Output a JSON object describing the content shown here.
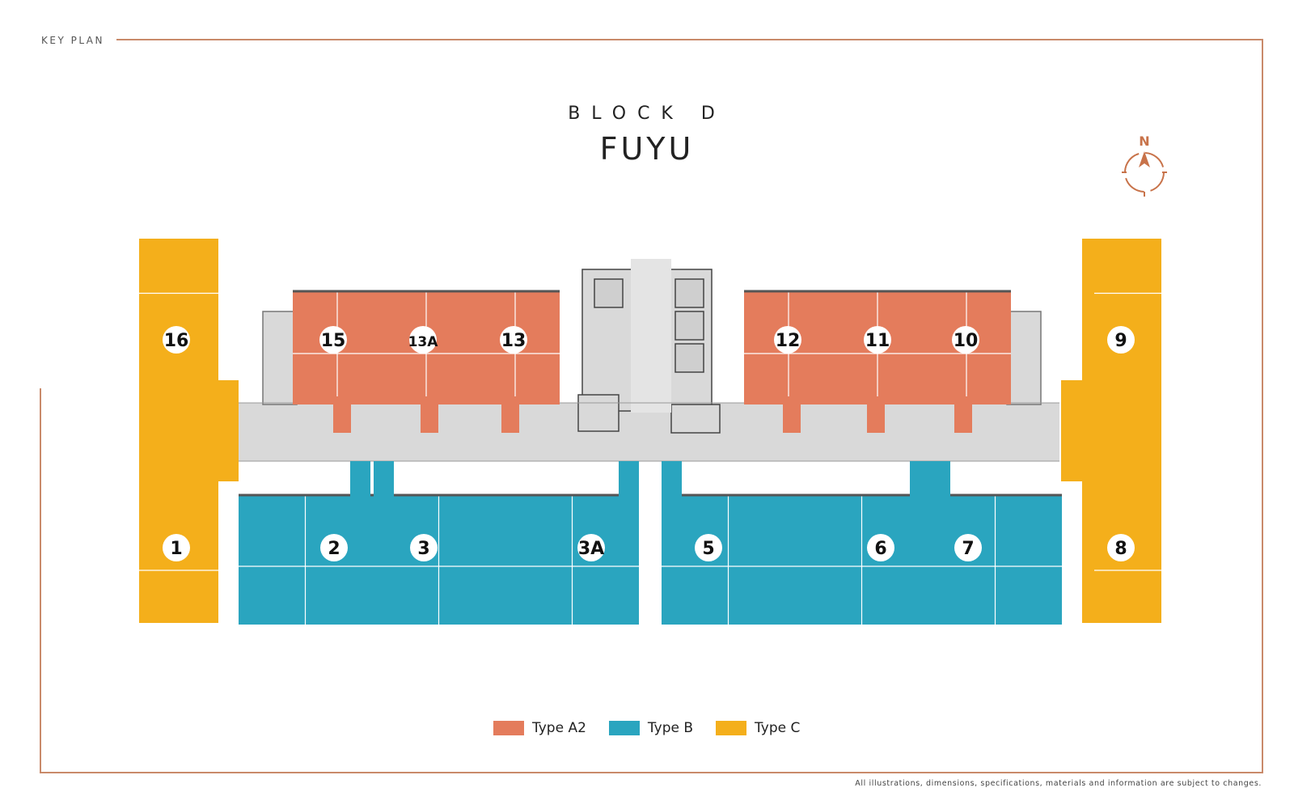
{
  "header": {
    "key_plan": "KEY PLAN",
    "block": "BLOCK D",
    "name": "FUYU"
  },
  "compass": {
    "north": "N",
    "icon": "compass-icon"
  },
  "colors": {
    "type_a2": "#E47C5C",
    "type_b": "#2AA5BF",
    "type_c": "#F4AF1B",
    "corridor": "#D9D9D9",
    "frame": "#C98A6A"
  },
  "units": [
    {
      "label": "16",
      "type": "C"
    },
    {
      "label": "15",
      "type": "A2"
    },
    {
      "label": "13A",
      "type": "A2"
    },
    {
      "label": "13",
      "type": "A2"
    },
    {
      "label": "12",
      "type": "A2"
    },
    {
      "label": "11",
      "type": "A2"
    },
    {
      "label": "10",
      "type": "A2"
    },
    {
      "label": "9",
      "type": "C"
    },
    {
      "label": "1",
      "type": "C"
    },
    {
      "label": "2",
      "type": "B"
    },
    {
      "label": "3",
      "type": "B"
    },
    {
      "label": "3A",
      "type": "B"
    },
    {
      "label": "5",
      "type": "B"
    },
    {
      "label": "6",
      "type": "B"
    },
    {
      "label": "7",
      "type": "B"
    },
    {
      "label": "8",
      "type": "C"
    }
  ],
  "legend": [
    {
      "label": "Type A2",
      "type": "A2"
    },
    {
      "label": "Type B",
      "type": "B"
    },
    {
      "label": "Type C",
      "type": "C"
    }
  ],
  "footer": {
    "disclaimer": "All illustrations, dimensions, specifications, materials and information are subject to changes."
  }
}
